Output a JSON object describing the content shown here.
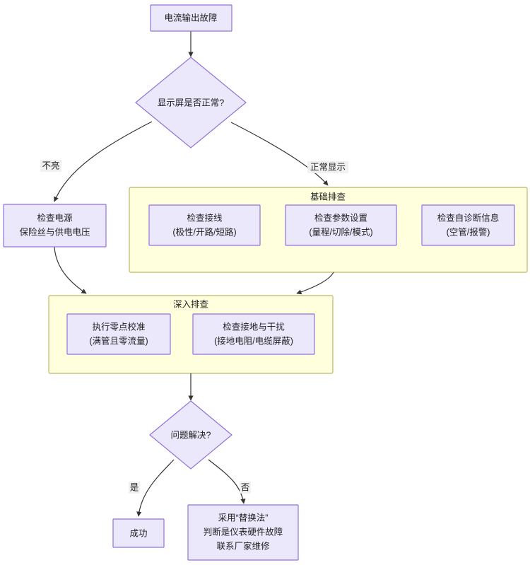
{
  "diagram": {
    "type": "flowchart",
    "direction": "top-down",
    "title_node": "电流输出故障",
    "colors": {
      "node_fill": "#ECE8FC",
      "node_stroke": "#9370DB",
      "cluster_fill": "#FFFFDE",
      "cluster_stroke": "#BDB76B",
      "edge_stroke": "#333333",
      "text": "#1f1f1f",
      "background": "#ffffff"
    },
    "nodes": {
      "start": {
        "id": "start",
        "shape": "rect",
        "lines": [
          "电流输出故障"
        ]
      },
      "decision_display": {
        "id": "decision_display",
        "shape": "diamond",
        "lines": [
          "显示屏是否正常?"
        ]
      },
      "check_power": {
        "id": "check_power",
        "shape": "rect",
        "lines": [
          "检查电源",
          "保险丝与供电电压"
        ]
      },
      "check_wiring": {
        "id": "check_wiring",
        "shape": "rect",
        "lines": [
          "检查接线",
          "(极性/开路/短路)"
        ]
      },
      "check_params": {
        "id": "check_params",
        "shape": "rect",
        "lines": [
          "检查参数设置",
          "(量程/切除/模式)"
        ]
      },
      "check_selfdiag": {
        "id": "check_selfdiag",
        "shape": "rect",
        "lines": [
          "检查自诊断信息",
          "(空管/报警)"
        ]
      },
      "zero_cal": {
        "id": "zero_cal",
        "shape": "rect",
        "lines": [
          "执行零点校准",
          "(满管且零流量)"
        ]
      },
      "check_ground": {
        "id": "check_ground",
        "shape": "rect",
        "lines": [
          "检查接地与干扰",
          "(接地电阻/电缆屏蔽)"
        ]
      },
      "decision_solved": {
        "id": "decision_solved",
        "shape": "diamond",
        "lines": [
          "问题解决?"
        ]
      },
      "success": {
        "id": "success",
        "shape": "rect",
        "lines": [
          "成功"
        ]
      },
      "hardware_fault": {
        "id": "hardware_fault",
        "shape": "rect",
        "lines": [
          "采用“替换法”",
          "判断是仪表硬件故障",
          "联系厂家维修"
        ]
      }
    },
    "clusters": {
      "basic": {
        "id": "basic",
        "label": "基础排查"
      },
      "deep": {
        "id": "deep",
        "label": "深入排查"
      }
    },
    "edge_labels": {
      "display_off": "不亮",
      "display_normal": "正常显示",
      "yes": "是",
      "no": "否"
    },
    "edges": [
      {
        "from": "start",
        "to": "decision_display",
        "label": ""
      },
      {
        "from": "decision_display",
        "to": "check_power",
        "label": "不亮"
      },
      {
        "from": "decision_display",
        "to": "basic",
        "label": "正常显示"
      },
      {
        "from": "check_power",
        "to": "deep",
        "label": ""
      },
      {
        "from": "basic",
        "to": "deep",
        "label": ""
      },
      {
        "from": "deep",
        "to": "decision_solved",
        "label": ""
      },
      {
        "from": "decision_solved",
        "to": "success",
        "label": "是"
      },
      {
        "from": "decision_solved",
        "to": "hardware_fault",
        "label": "否"
      }
    ]
  }
}
